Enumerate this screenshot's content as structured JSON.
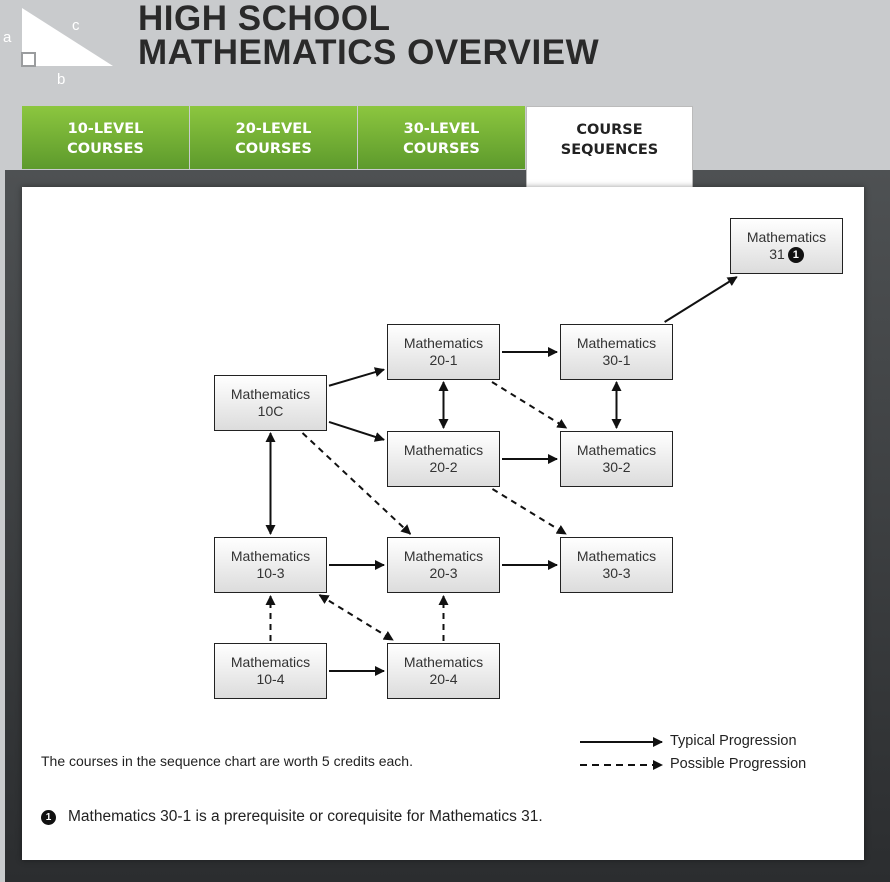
{
  "header": {
    "logo": {
      "label_a": "a",
      "label_b": "b",
      "label_c": "c"
    },
    "title_line1": "HIGH SCHOOL",
    "title_line2": "MATHEMATICS OVERVIEW"
  },
  "tabs": [
    {
      "line1": "10-LEVEL",
      "line2": "COURSES",
      "active": false
    },
    {
      "line1": "20-LEVEL",
      "line2": "COURSES",
      "active": false
    },
    {
      "line1": "30-LEVEL",
      "line2": "COURSES",
      "active": false
    },
    {
      "line1": "COURSE",
      "line2": "SEQUENCES",
      "active": true
    }
  ],
  "courses": {
    "c10c": {
      "line1": "Mathematics",
      "line2": "10C"
    },
    "c10_3": {
      "line1": "Mathematics",
      "line2": "10-3"
    },
    "c10_4": {
      "line1": "Mathematics",
      "line2": "10-4"
    },
    "c20_1": {
      "line1": "Mathematics",
      "line2": "20-1"
    },
    "c20_2": {
      "line1": "Mathematics",
      "line2": "20-2"
    },
    "c20_3": {
      "line1": "Mathematics",
      "line2": "20-3"
    },
    "c20_4": {
      "line1": "Mathematics",
      "line2": "20-4"
    },
    "c30_1": {
      "line1": "Mathematics",
      "line2": "30-1"
    },
    "c30_2": {
      "line1": "Mathematics",
      "line2": "30-2"
    },
    "c30_3": {
      "line1": "Mathematics",
      "line2": "30-3"
    },
    "c31": {
      "line1": "Mathematics",
      "line2": "31",
      "footnote_marker": "1"
    }
  },
  "connections": [
    {
      "from": "c10c",
      "to": "c20_1",
      "style": "typical"
    },
    {
      "from": "c10c",
      "to": "c20_2",
      "style": "typical"
    },
    {
      "from": "c10c",
      "to": "c20_3",
      "style": "possible"
    },
    {
      "from": "c10c",
      "to": "c10_3",
      "style": "typical",
      "both": true
    },
    {
      "from": "c20_1",
      "to": "c30_1",
      "style": "typical"
    },
    {
      "from": "c20_1",
      "to": "c30_2",
      "style": "possible"
    },
    {
      "from": "c20_1",
      "to": "c20_2",
      "style": "typical",
      "both": true
    },
    {
      "from": "c30_1",
      "to": "c30_2",
      "style": "typical",
      "both": true
    },
    {
      "from": "c30_1",
      "to": "c31",
      "style": "typical"
    },
    {
      "from": "c20_2",
      "to": "c30_2",
      "style": "typical"
    },
    {
      "from": "c20_2",
      "to": "c30_3",
      "style": "possible"
    },
    {
      "from": "c10_3",
      "to": "c20_3",
      "style": "typical"
    },
    {
      "from": "c20_3",
      "to": "c30_3",
      "style": "typical"
    },
    {
      "from": "c10_4",
      "to": "c10_3",
      "style": "possible"
    },
    {
      "from": "c10_4",
      "to": "c20_4",
      "style": "typical"
    },
    {
      "from": "c20_4",
      "to": "c20_3",
      "style": "possible"
    },
    {
      "from": "c10_3",
      "to": "c20_4",
      "style": "possible",
      "both": true
    }
  ],
  "credits_note": "The courses in the sequence chart are worth 5 credits each.",
  "legend": {
    "typical": "Typical Progression",
    "possible": "Possible Progression"
  },
  "footnote": {
    "marker": "1",
    "text": "Mathematics 30-1 is a prerequisite or corequisite for Mathematics 31."
  }
}
